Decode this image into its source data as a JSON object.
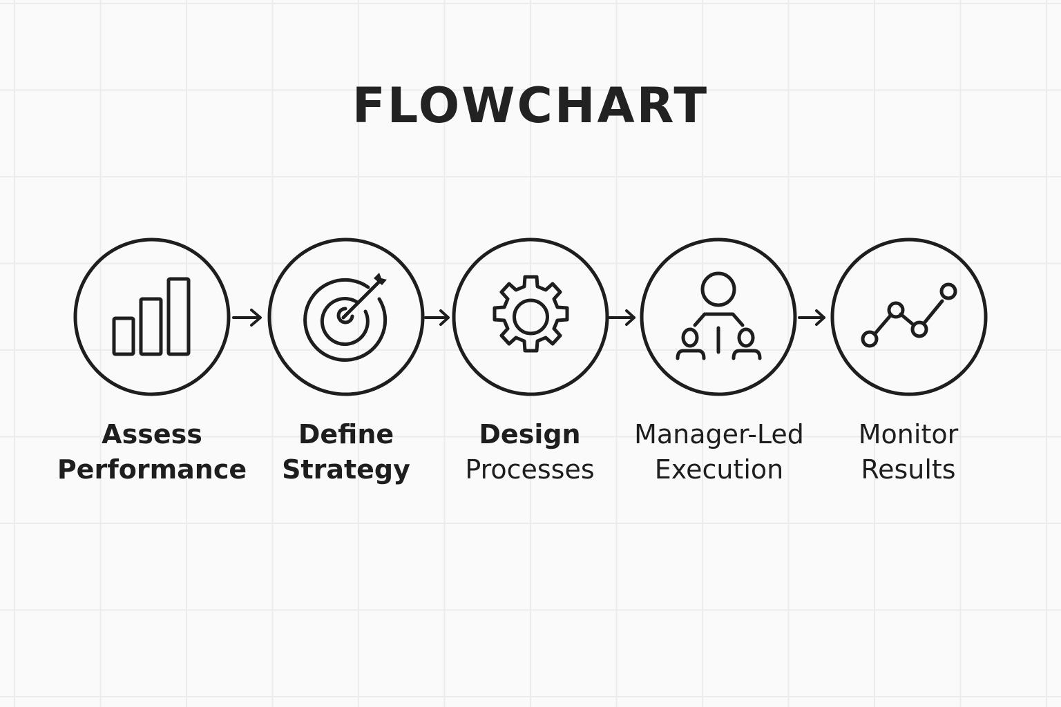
{
  "title": "FLOWCHART",
  "steps": [
    {
      "line1": "Assess",
      "line2": "Performance",
      "icon": "bar-chart-icon"
    },
    {
      "line1": "Define",
      "line2": "Strategy",
      "icon": "target-icon"
    },
    {
      "line1": "Design",
      "line2": "Processes",
      "icon": "gear-icon"
    },
    {
      "line1": "Manager-Led",
      "line2": "Execution",
      "icon": "team-hierarchy-icon"
    },
    {
      "line1": "Monitor",
      "line2": "Results",
      "icon": "line-chart-icon"
    }
  ],
  "colors": {
    "stroke": "#1e1e1e",
    "background": "#fafafa",
    "grid": "#ececec"
  }
}
